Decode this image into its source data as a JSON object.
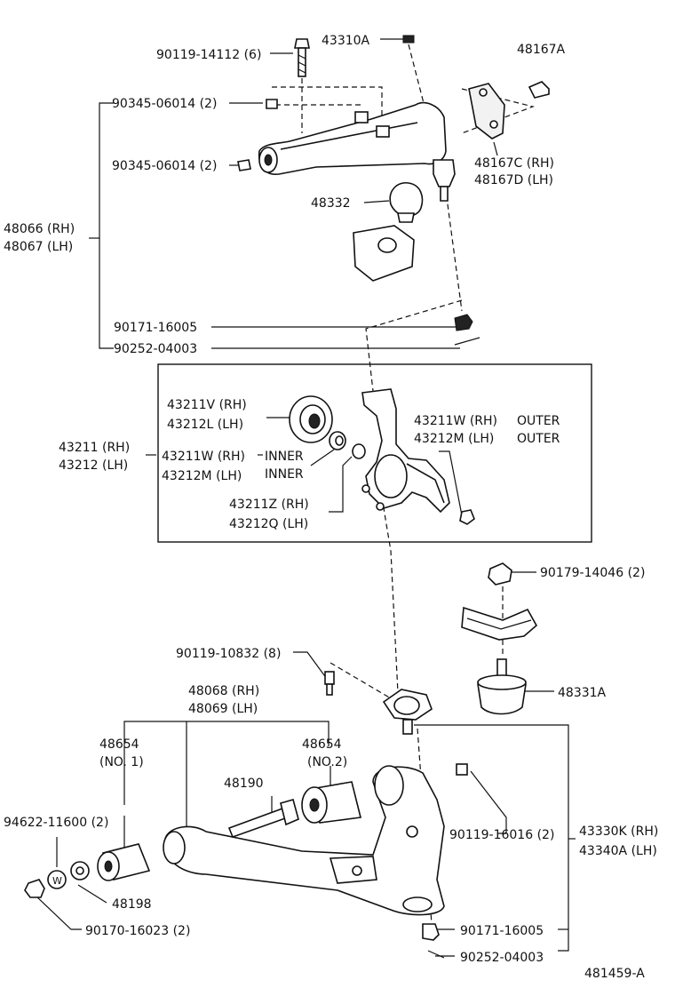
{
  "labels": {
    "l_90119_14112": "90119-14112 (6)",
    "l_43310A": "43310A",
    "l_48167A": "48167A",
    "l_90345_06014_a": "90345-06014 (2)",
    "l_90345_06014_b": "90345-06014 (2)",
    "l_48167C": "48167C (RH)",
    "l_48167D": "48167D (LH)",
    "l_48332": "48332",
    "l_48066": "48066 (RH)",
    "l_48067": "48067 (LH)",
    "l_90171_16005_a": "90171-16005",
    "l_90252_04003_a": "90252-04003",
    "l_43211V": "43211V (RH)",
    "l_43212L": "43212L (LH)",
    "l_43211W_outer": "43211W (RH)",
    "l_43212M_outer": "43212M (LH)",
    "l_outer_a": "OUTER",
    "l_outer_b": "OUTER",
    "l_43211": "43211 (RH)",
    "l_43212": "43212 (LH)",
    "l_43211W_inner": "43211W (RH)",
    "l_43212M_inner": "43212M (LH)",
    "l_inner_a": "INNER",
    "l_inner_b": "INNER",
    "l_43211Z": "43211Z (RH)",
    "l_43212Q": "43212Q (LH)",
    "l_90179_14046": "90179-14046 (2)",
    "l_90119_10832": "90119-10832 (8)",
    "l_48068": "48068 (RH)",
    "l_48069": "48069 (LH)",
    "l_48331A": "48331A",
    "l_48654_no1": "48654",
    "l_no1": "(NO. 1)",
    "l_48654_no2": "48654",
    "l_no2": "(NO.2)",
    "l_48190": "48190",
    "l_94622_11600": "94622-11600 (2)",
    "l_90119_16016": "90119-16016 (2)",
    "l_43330K": "43330K (RH)",
    "l_43340A": "43340A (LH)",
    "l_48198": "48198",
    "l_90170_16023": "90170-16023 (2)",
    "l_90171_16005_b": "90171-16005",
    "l_90252_04003_b": "90252-04003",
    "l_ref": "481459-A",
    "l_w": "W"
  }
}
